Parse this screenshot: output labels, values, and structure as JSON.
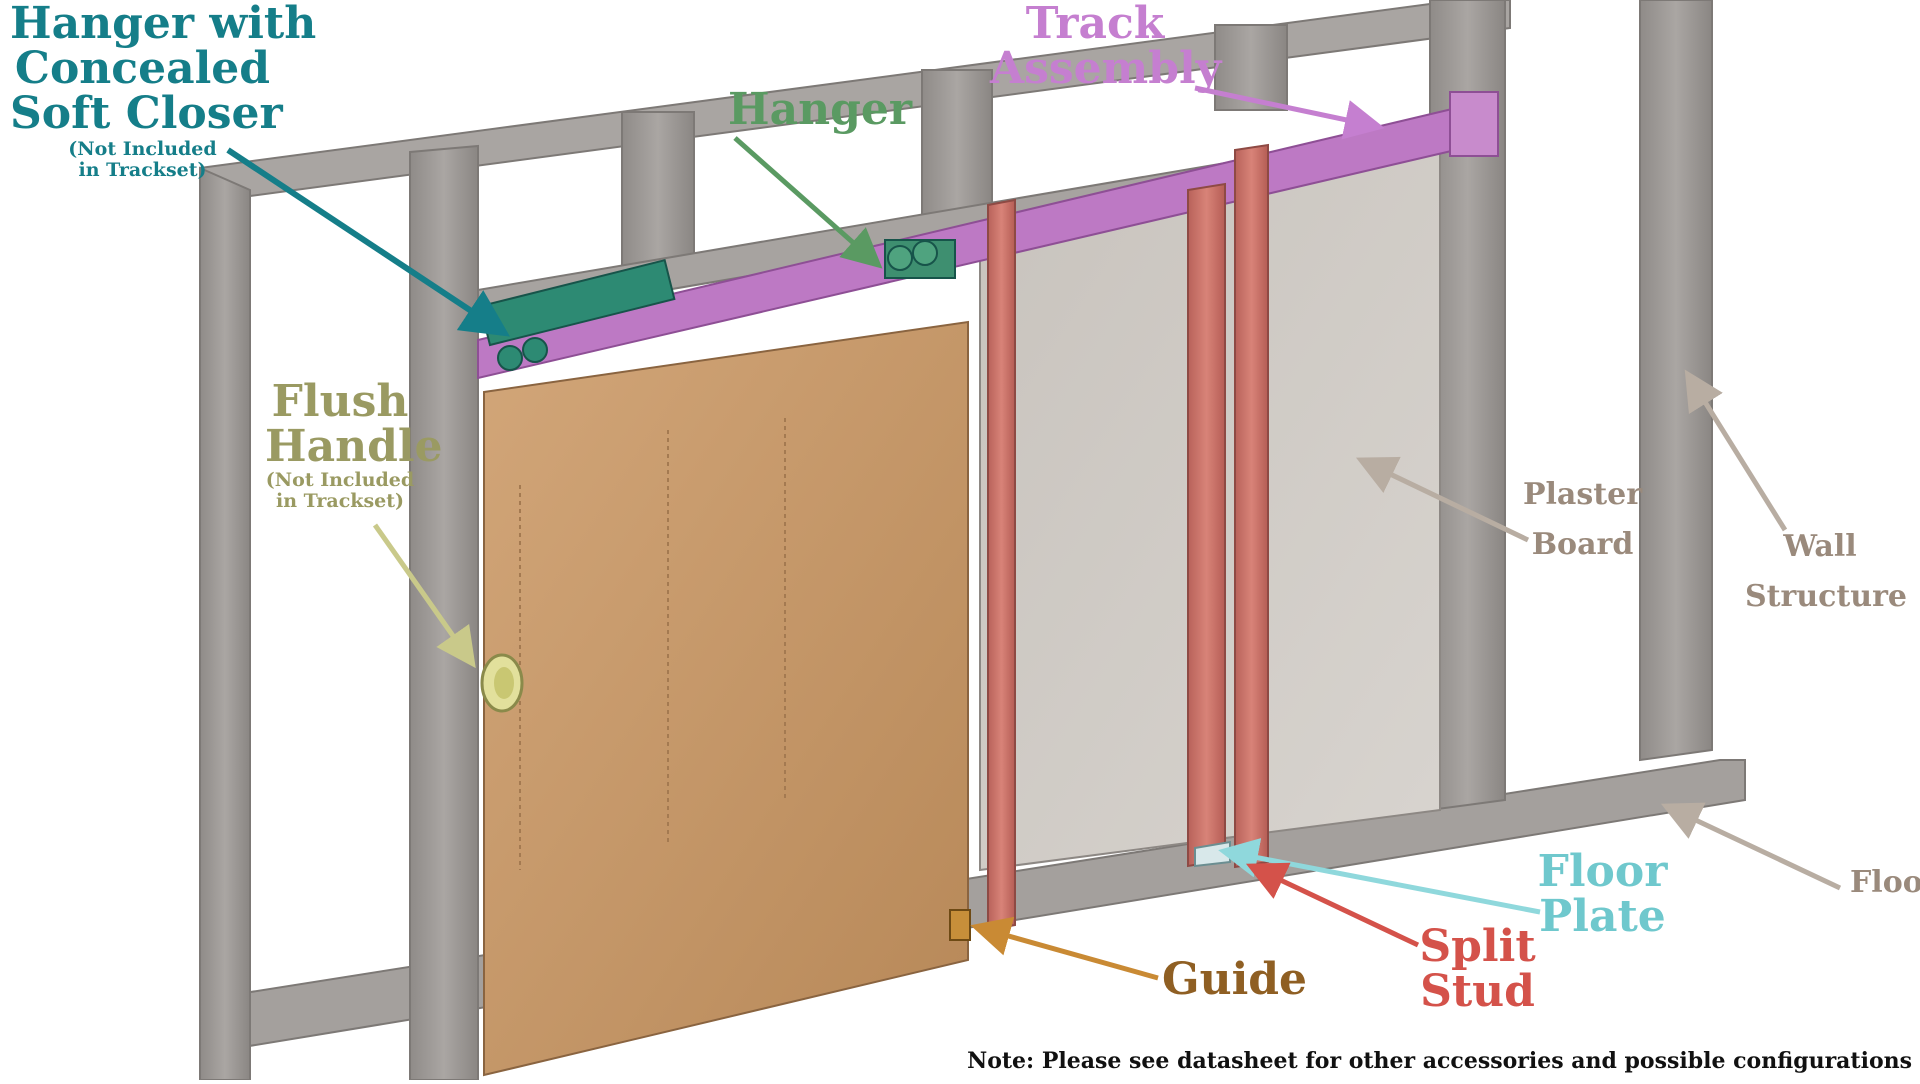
{
  "labels": {
    "hanger_closer": {
      "line1": "Hanger with",
      "line2": "Concealed",
      "line3": "Soft Closer",
      "sub1": "(Not Included",
      "sub2": "in Trackset)"
    },
    "hanger": "Hanger",
    "track_assembly": {
      "line1": "Track",
      "line2": "Assembly"
    },
    "flush_handle": {
      "line1": "Flush",
      "line2": "Handle",
      "sub1": "(Not Included",
      "sub2": "in Trackset)"
    },
    "plaster_board": {
      "line1": "Plaster",
      "line2": "Board"
    },
    "wall_structure": {
      "line1": "Wall",
      "line2": "Structure"
    },
    "floor": "Floor",
    "floor_plate": {
      "line1": "Floor",
      "line2": "Plate"
    },
    "split_stud": {
      "line1": "Split",
      "line2": "Stud"
    },
    "guide": "Guide"
  },
  "note": "Note: Please see datasheet for other accessories and possible configurations",
  "colors": {
    "teal": "#157e89",
    "green": "#5a9a62",
    "violet": "#c57fd0",
    "olive": "#9a9a62",
    "taupe": "#9a8a7c",
    "cyan": "#6fc8cd",
    "red": "#d4524a",
    "brown": "#8f5f23",
    "frame": "#9e9a97",
    "door": "#c99a6a",
    "stud": "#c97368",
    "track": "#b66fbf"
  }
}
